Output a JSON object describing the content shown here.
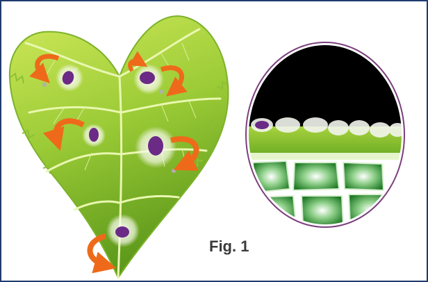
{
  "figure": {
    "label": "Fig. 1"
  },
  "colors": {
    "frame_border": "#1f3a6e",
    "leaf_light": "#c3e34a",
    "leaf_dark": "#5f9a1c",
    "vein": "#e9f7b0",
    "arrow": "#ee6a1a",
    "spore": "#6b2a86",
    "spore_halo": "#f4f8e6",
    "inset_border": "#7b3f7d",
    "inset_sky": "#000000",
    "cell_green": "#2e8a2e"
  },
  "icons": [
    "leaf-illustration",
    "curved-arrow-icon",
    "spore-icon",
    "magnified-inset"
  ]
}
